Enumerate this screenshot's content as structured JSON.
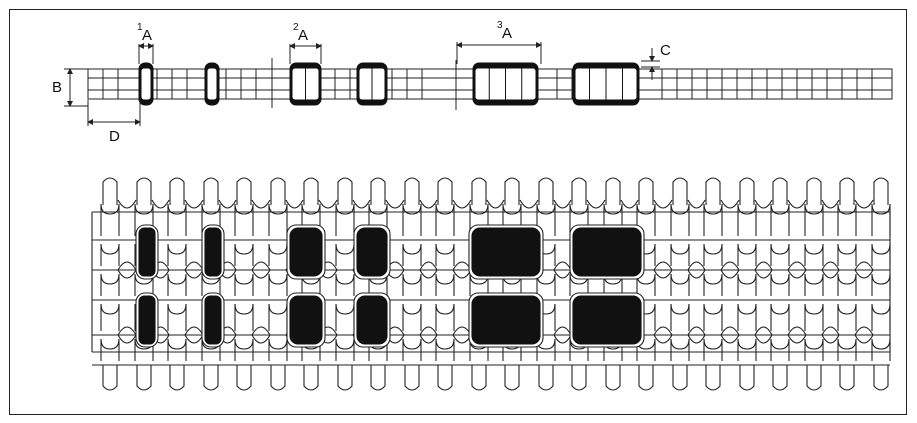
{
  "labels": {
    "a1_sup": "1",
    "a1": "A",
    "a2_sup": "2",
    "a2": "A",
    "a3_sup": "3",
    "a3": "A",
    "b": "B",
    "c": "C",
    "d": "D"
  },
  "colors": {
    "line": "#222222",
    "fill_dark": "#111111",
    "background": "#ffffff"
  }
}
